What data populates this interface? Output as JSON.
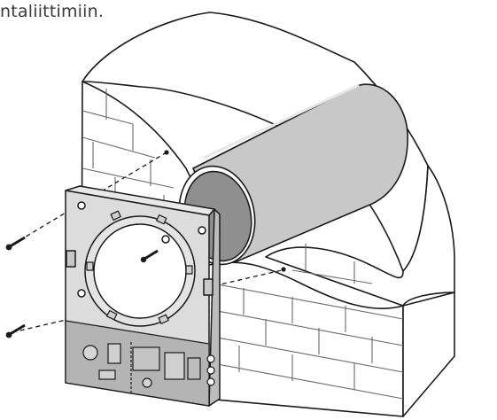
{
  "caption": {
    "text": "ntaliittimiin."
  },
  "figure": {
    "wall_color": "#ffffff",
    "line_color": "#1a1a1a",
    "duct_fill": "#c8c8c8",
    "duct_inner_fill": "#8f8f8f",
    "frame_fill": "#dcdcdc",
    "pcb_fill": "#b4b4b4",
    "screw_color": "#1a1a1a",
    "parts": [
      "brick-wall",
      "duct-pipe",
      "mounting-frame",
      "control-board",
      "screw",
      "screw"
    ]
  }
}
